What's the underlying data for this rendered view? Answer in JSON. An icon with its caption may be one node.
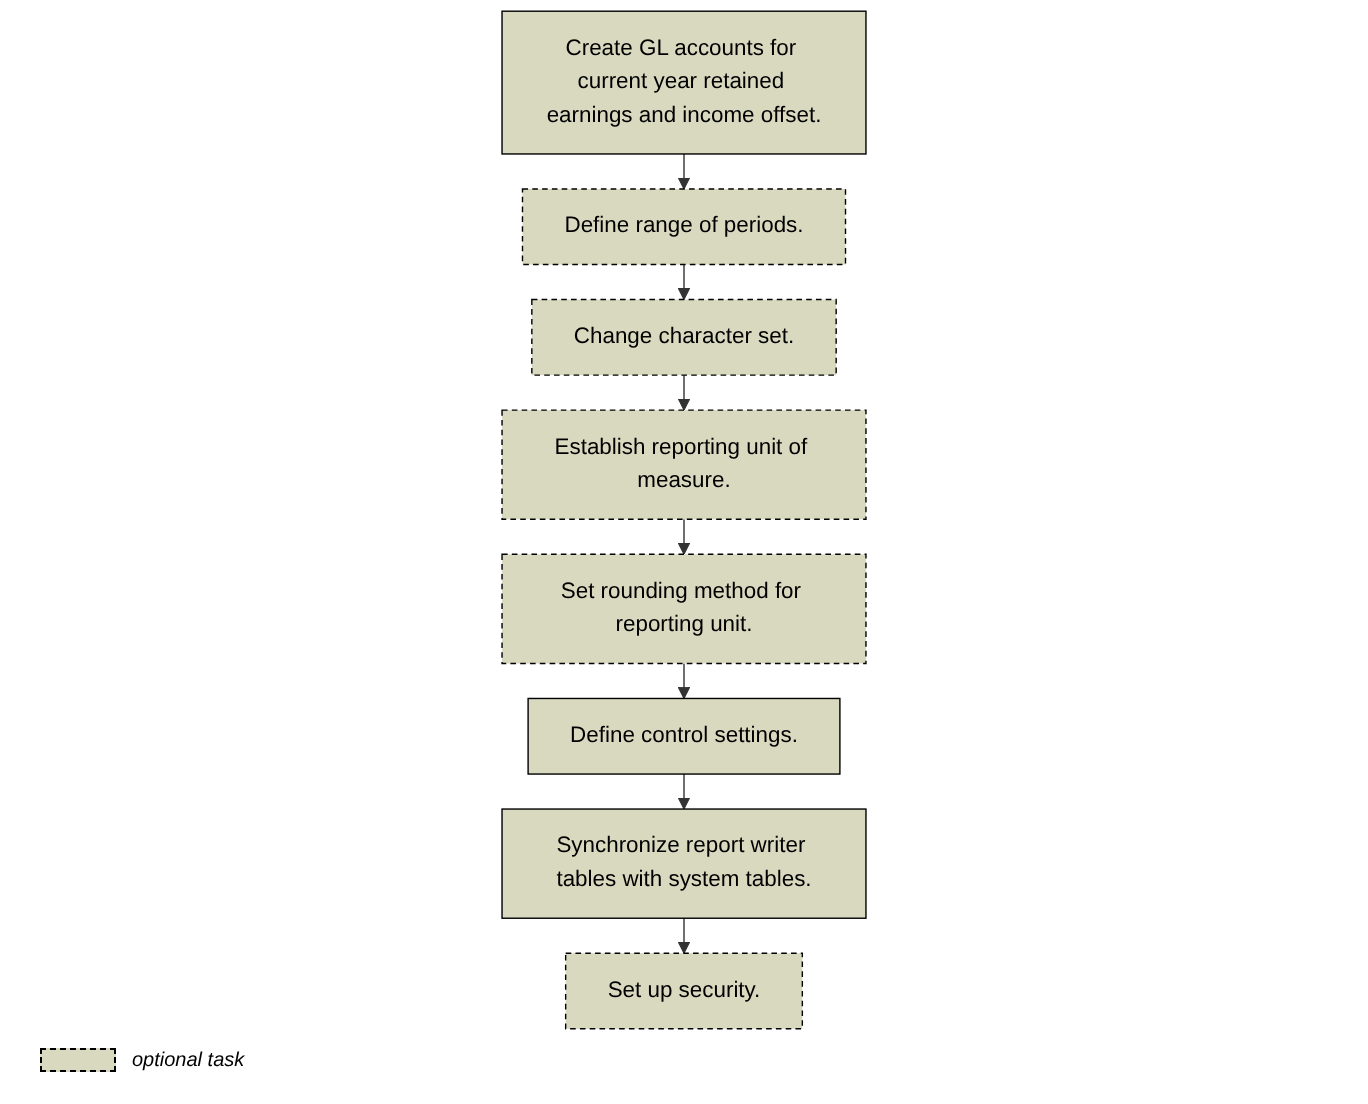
{
  "diagram": {
    "nodes": [
      {
        "text": [
          "Create GL accounts for current year retained earnings and income offset."
        ]
      },
      {
        "text": [
          "Define range of periods."
        ]
      },
      {
        "text": [
          "Change character set."
        ]
      },
      {
        "text": [
          "Establish reporting unit of measure."
        ]
      },
      {
        "text": [
          "Set rounding method for reporting unit."
        ]
      },
      {
        "text": [
          "Define control settings."
        ]
      },
      {
        "text": [
          "Synchronize report writer tables with system tables."
        ]
      },
      {
        "text": [
          "Set up security."
        ]
      }
    ],
    "edges": [
      {
        "from": 0,
        "to": 1,
        "arrow": "to"
      },
      {
        "from": 1,
        "to": 2,
        "arrow": "to"
      },
      {
        "from": 2,
        "to": 3,
        "arrow": "to"
      },
      {
        "from": 3,
        "to": 4,
        "arrow": "to"
      },
      {
        "from": 4,
        "to": 5,
        "arrow": "to"
      },
      {
        "from": 5,
        "to": 6,
        "arrow": "to"
      },
      {
        "from": 6,
        "to": 7,
        "arrow": "to"
      }
    ],
    "legend": [
      {
        "text": "optional task"
      }
    ]
  }
}
